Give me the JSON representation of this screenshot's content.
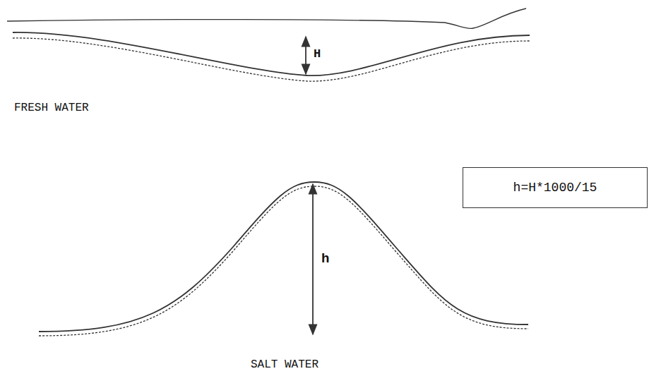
{
  "diagram": {
    "nodes": [
      {
        "text": [
          "h=H*1000/15"
        ]
      }
    ],
    "labels": [
      "H",
      "FRESH WATER",
      "h",
      "SALT WATER"
    ]
  }
}
